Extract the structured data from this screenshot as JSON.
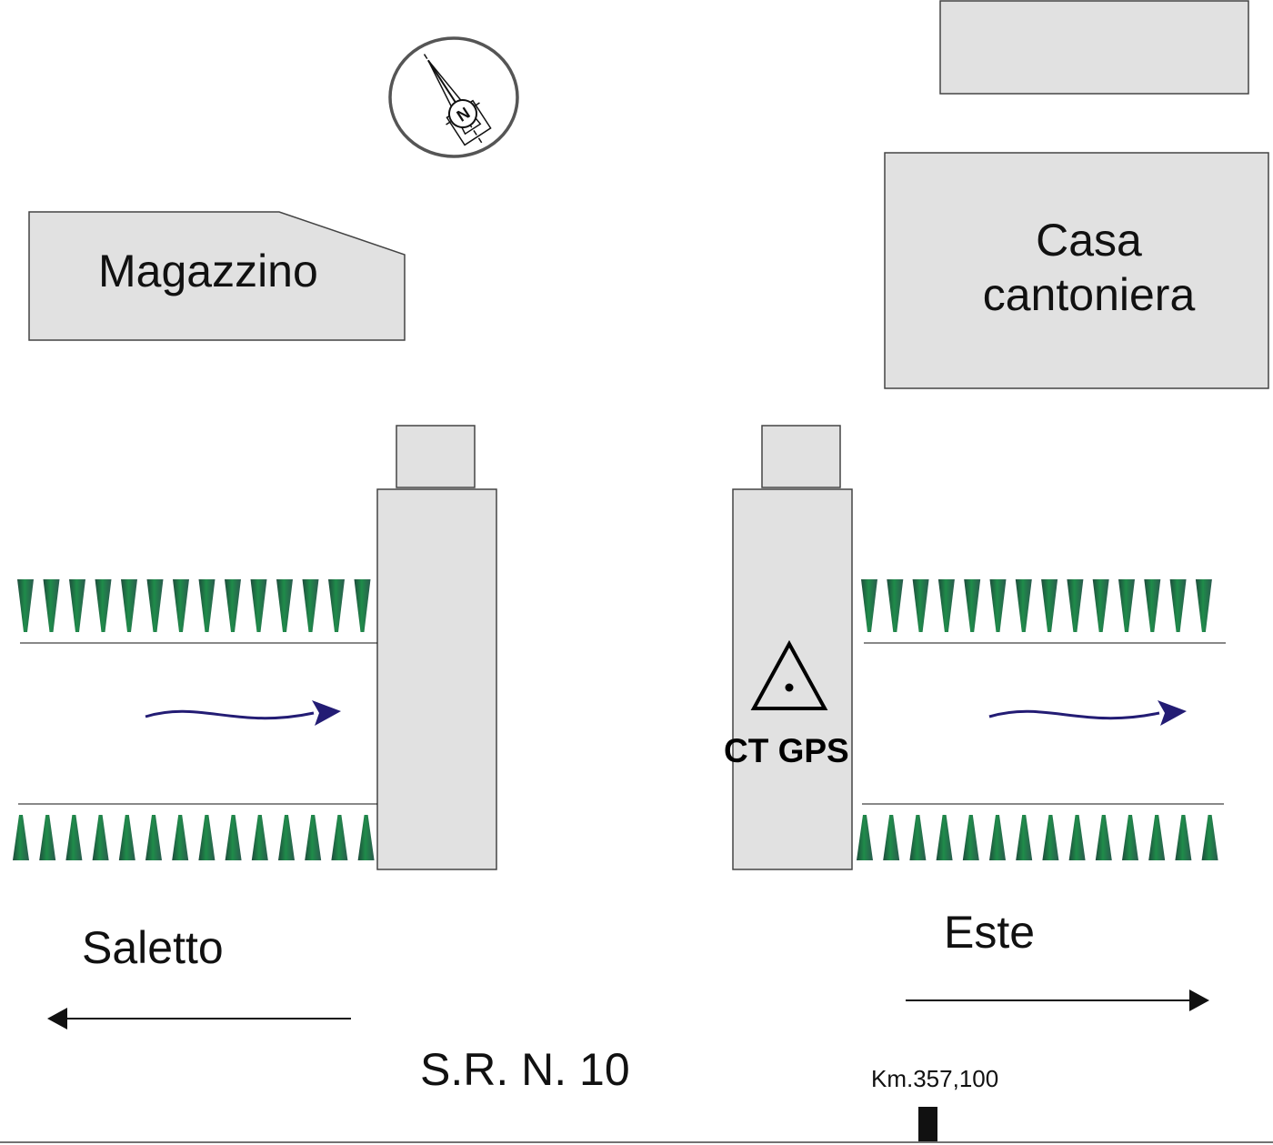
{
  "labels": {
    "magazzino": "Magazzino",
    "casa_line1": "Casa",
    "casa_line2": "cantoniera",
    "station": "CT GPS",
    "saletto": "Saletto",
    "este": "Este",
    "road": "S.R. N. 10",
    "km": "Km.357,100",
    "compass_letter": "N"
  },
  "colors": {
    "building_fill": "#e1e1e1",
    "building_stroke": "#444444",
    "hedge_green": "#1f8c4a",
    "hedge_dark": "#1e4b3c",
    "flow_arrow": "#231c74",
    "line": "#111111"
  },
  "icons": {
    "compass": "north-arrow-icon",
    "station_marker": "triangle-dot-icon",
    "km_marker": "km-post-icon"
  }
}
